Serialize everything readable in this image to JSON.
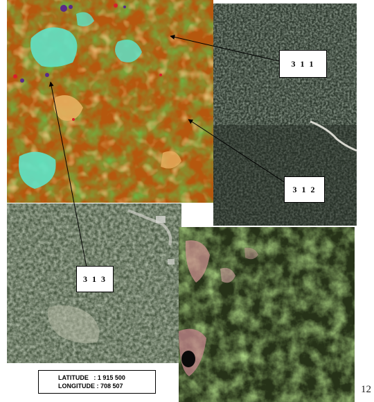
{
  "map_labels": {
    "label_311": "3 1 1",
    "label_312": "3 1 2",
    "label_313": "3 1 3"
  },
  "coordinates": {
    "latitude": "LATITUDE   : 1 915 500",
    "longitude": "LONGITUDE : 708 507"
  },
  "page_number": "12",
  "colors": {
    "broadleaf_green": "#1e8a12",
    "brown": "#b5580e",
    "light_orange": "#e8a040",
    "cyan": "#5fe3c8",
    "purple": "#5a2a8a",
    "red": "#d8202a"
  }
}
